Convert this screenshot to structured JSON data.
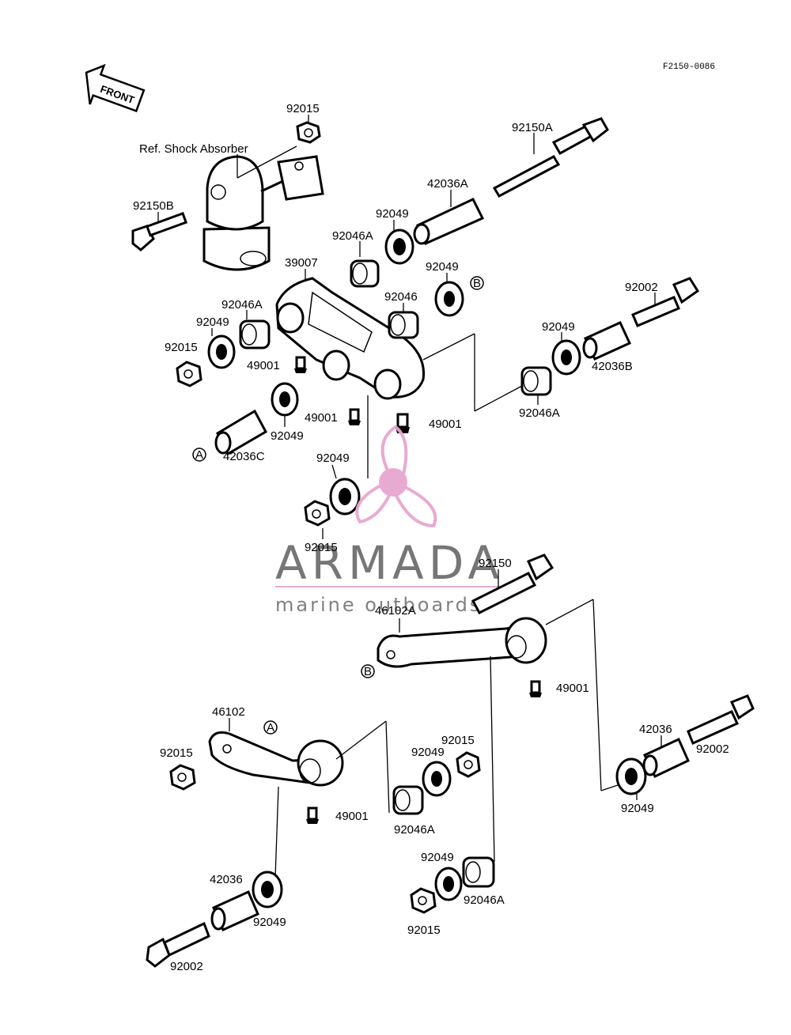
{
  "diagram": {
    "ref_code": "F2150-0086",
    "front_label": "FRONT",
    "shock_ref_label": "Ref. Shock Absorber",
    "labels": {
      "l_92015_top": "92015",
      "l_92150A": "92150A",
      "l_42036A": "42036A",
      "l_92150B": "92150B",
      "l_92049_a": "92049",
      "l_92046A_a": "92046A",
      "l_39007": "39007",
      "l_92049_b": "92049",
      "l_92046": "92046",
      "l_92002_top": "92002",
      "l_92046A_b": "92046A",
      "l_92049_c": "92049",
      "l_92015_mid": "92015",
      "l_49001_a": "49001",
      "l_92049_d": "92049",
      "l_42036B": "42036B",
      "l_49001_b": "49001",
      "l_92049_e": "92049",
      "l_49001_c": "49001",
      "l_92046A_c": "92046A",
      "l_42036C": "42036C",
      "l_92049_f": "92049",
      "l_92015_low": "92015",
      "l_92150": "92150",
      "l_46102A": "46102A",
      "l_49001_d": "49001",
      "l_46102": "46102",
      "l_92015_b": "92015",
      "l_92015_c": "92015",
      "l_92049_g": "92049",
      "l_42036_r": "42036",
      "l_92002_r": "92002",
      "l_49001_e": "49001",
      "l_92046A_d": "92046A",
      "l_92049_h": "92049",
      "l_92049_i": "92049",
      "l_42036_l": "42036",
      "l_92046A_e": "92046A",
      "l_92049_j": "92049",
      "l_92015_d": "92015",
      "l_92002_l": "92002"
    },
    "callouts": {
      "a": "A",
      "b": "B"
    }
  },
  "watermark": {
    "title": "ARMADA",
    "subtitle": "marine outboards",
    "accent_color": "#e8a6cf",
    "text_color": "#6f6f6f"
  }
}
